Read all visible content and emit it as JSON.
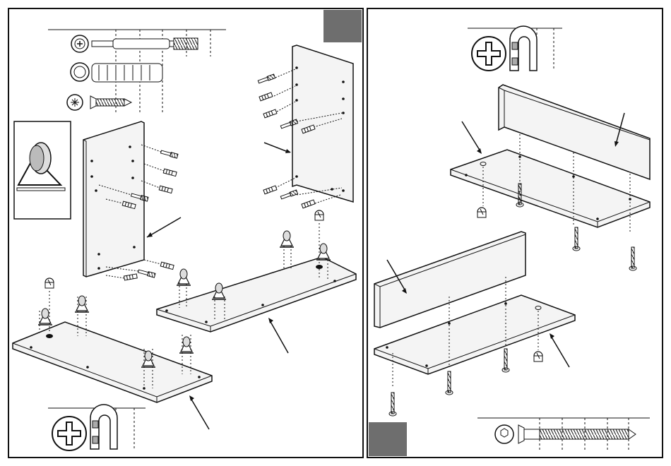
{
  "document": {
    "type": "assembly-instructions",
    "pages": [
      {
        "side": "left",
        "step_tab_color": "#6e6e6e",
        "hardware_legend": [
          "cam-bolt-icon",
          "wooden-dowel-icon",
          "screw-icon"
        ],
        "detail_inset": "furniture-wheel-icon",
        "tools": [
          "phillips-screwdriver-icon",
          "allen-key-icon"
        ]
      },
      {
        "side": "right",
        "step_tab_color": "#6e6e6e",
        "tools": [
          "phillips-screwdriver-icon",
          "allen-key-icon"
        ],
        "hardware_legend": [
          "long-hex-screw-icon"
        ]
      }
    ]
  },
  "colors": {
    "line": "#111111",
    "panel_fill": "#f4f4f4",
    "panel_edge": "#dcdcdc",
    "tab": "#6e6e6e"
  }
}
